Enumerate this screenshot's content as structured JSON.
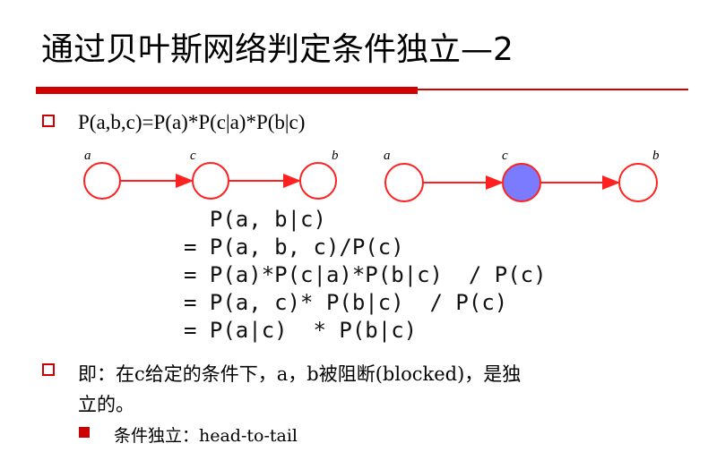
{
  "title": "通过贝叶斯网络判定条件独立—2",
  "bullets": {
    "b1": "P(a,b,c)=P(a)*P(c|a)*P(b|c)",
    "b2_line1": "即：在c给定的条件下，a，b被阻断(blocked)，是独",
    "b2_line2": "立的。",
    "b3": "条件独立：head-to-tail"
  },
  "formula": [
    "  P(a, b|c)",
    "= P(a, b, c)/P(c)",
    "= P(a)*P(c|a)*P(b|c)  / P(c)",
    "= P(a, c)* P(b|c)  / P(c)",
    "= P(a|c)  * P(b|c)"
  ],
  "graph_left": {
    "labels": [
      "a",
      "c",
      "b"
    ]
  },
  "graph_right": {
    "labels": [
      "a",
      "c",
      "b"
    ]
  },
  "colors": {
    "accent": "#d00000",
    "node_stroke": "#ff2020",
    "observed_fill": "#7b7bff"
  }
}
